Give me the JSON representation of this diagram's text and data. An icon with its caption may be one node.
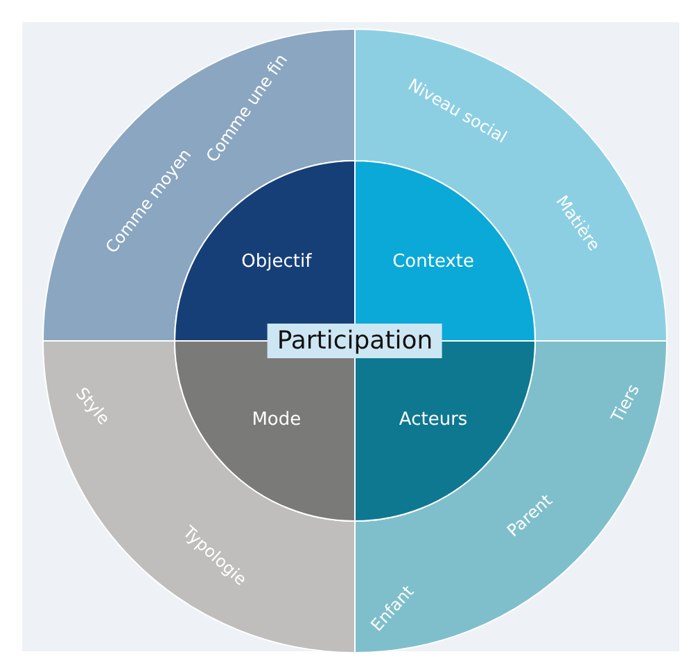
{
  "diagram": {
    "nodes": [
      {
        "text": [
          "Participation"
        ]
      },
      {
        "text": [
          "Objectif"
        ]
      },
      {
        "text": [
          "Contexte"
        ]
      },
      {
        "text": [
          "Mode"
        ]
      },
      {
        "text": [
          "Acteurs"
        ]
      },
      {
        "text": [
          "Comme moyen",
          "Comme une fin"
        ]
      },
      {
        "text": [
          "Niveau social",
          "Matière"
        ]
      },
      {
        "text": [
          "Style",
          "Typologie"
        ]
      },
      {
        "text": [
          "Tiers",
          "Parent",
          "Enfant"
        ]
      }
    ],
    "edges": []
  }
}
